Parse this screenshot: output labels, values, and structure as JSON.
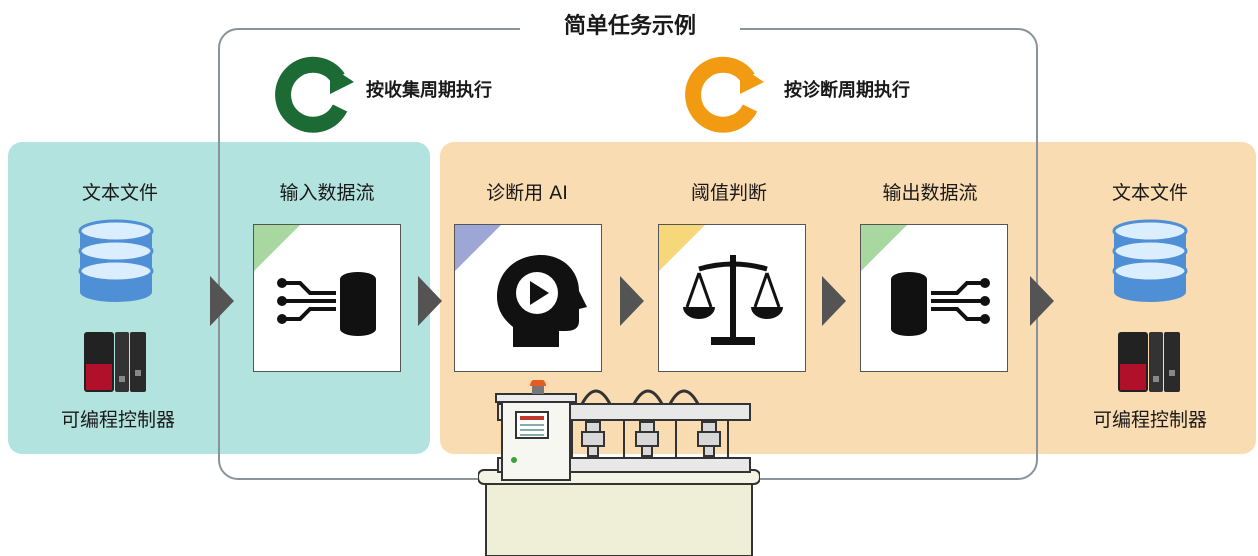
{
  "title": "简单任务示例",
  "cycles": {
    "collect": "按收集周期执行",
    "diagnose": "按诊断周期执行"
  },
  "input_side": {
    "text_file": "文本文件",
    "plc": "可编程控制器"
  },
  "output_side": {
    "text_file": "文本文件",
    "plc": "可编程控制器"
  },
  "steps": [
    {
      "label": "输入数据流"
    },
    {
      "label": "诊断用 AI"
    },
    {
      "label": "阈值判断"
    },
    {
      "label": "输出数据流"
    }
  ],
  "colors": {
    "teal_region": "#b3e3df",
    "orange_region": "#f9dcb1",
    "cycle_collect": "#1c6b35",
    "cycle_diagnose": "#f29a12",
    "tag_green": "#a8d8a0",
    "tag_purple": "#9ea6d6",
    "tag_yellow": "#f6d77a"
  },
  "icons": [
    "database-icon",
    "plc-icon",
    "input-stream-icon",
    "ai-head-icon",
    "scale-icon",
    "output-stream-icon",
    "cycle-arrow-icon",
    "machine-illustration"
  ]
}
